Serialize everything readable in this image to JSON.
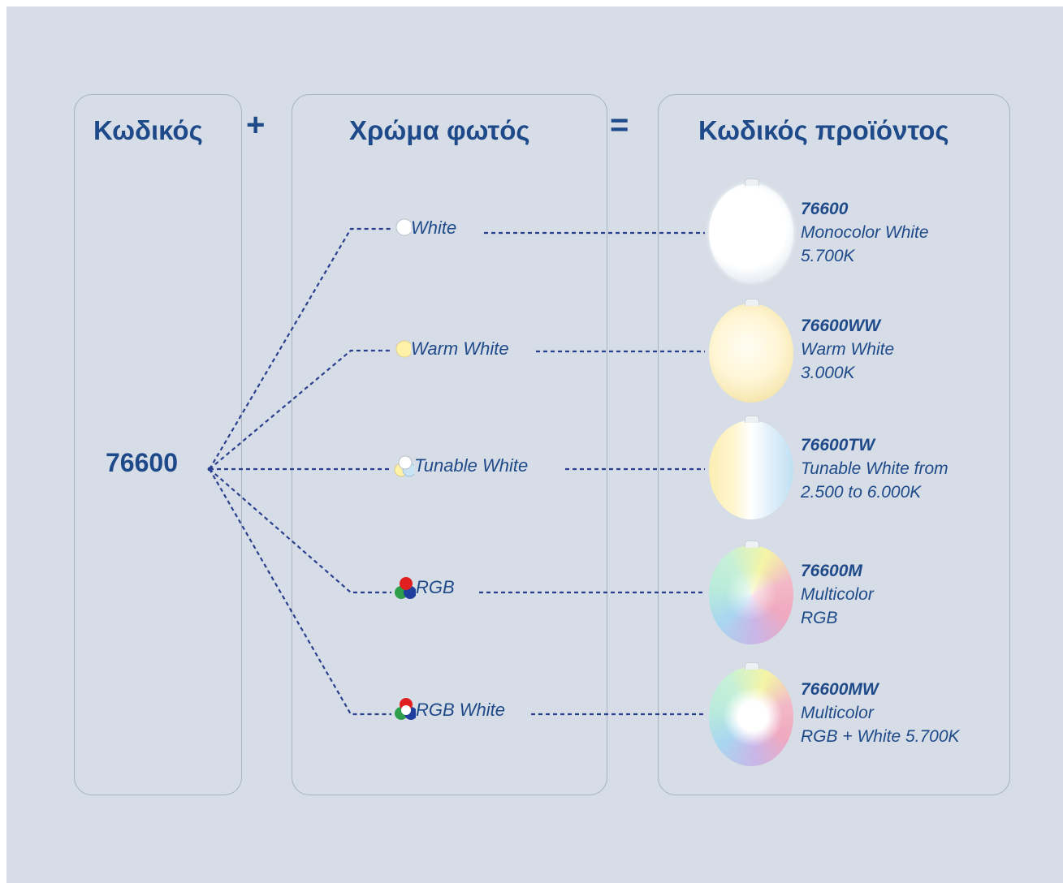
{
  "headings": {
    "code": "Κωδικός",
    "plus": "+",
    "light_color": "Χρώμα φωτός",
    "equals": "=",
    "product_code": "Κωδικός προϊόντος"
  },
  "base_code": "76600",
  "options": [
    {
      "label": "White",
      "swatch_icon": "white-dot-icon",
      "product": {
        "code": "76600",
        "line1": "Monocolor White",
        "line2": "5.700K"
      }
    },
    {
      "label": "Warm White",
      "swatch_icon": "warm-white-dot-icon",
      "product": {
        "code": "76600WW",
        "line1": "Warm White",
        "line2": "3.000K"
      }
    },
    {
      "label": "Tunable White",
      "swatch_icon": "tunable-white-dots-icon",
      "product": {
        "code": "76600TW",
        "line1": "Tunable White from",
        "line2": "2.500 to 6.000K"
      }
    },
    {
      "label": "RGB",
      "swatch_icon": "rgb-dots-icon",
      "product": {
        "code": "76600M",
        "line1": "Multicolor",
        "line2": "RGB"
      }
    },
    {
      "label": "RGB White",
      "swatch_icon": "rgb-white-dots-icon",
      "product": {
        "code": "76600MW",
        "line1": "Multicolor",
        "line2": "RGB + White 5.700K"
      }
    }
  ],
  "colors": {
    "background": "#d6dde6",
    "text": "#1f4a8a",
    "connector": "#2b3f8f",
    "border": "#a9b2bf"
  }
}
